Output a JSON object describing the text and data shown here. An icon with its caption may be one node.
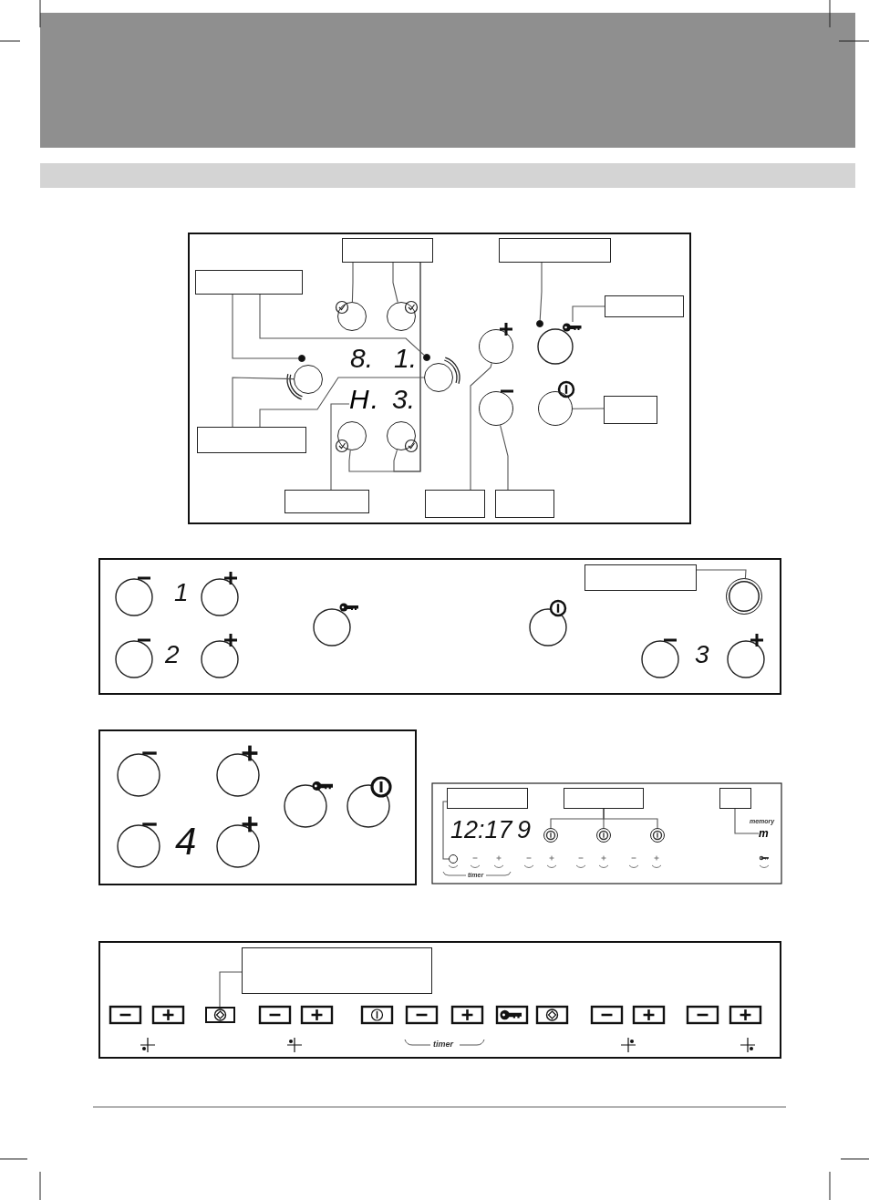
{
  "diagram": {
    "nodes": [
      {
        "text": [],
        "shape": "box"
      },
      {
        "text": [],
        "shape": "box"
      },
      {
        "text": [],
        "shape": "box"
      },
      {
        "text": [],
        "shape": "box"
      },
      {
        "text": [],
        "shape": "circle"
      },
      {
        "text": [],
        "shape": "circle"
      },
      {
        "text": [],
        "shape": "circle"
      },
      {
        "text": [],
        "shape": "key"
      },
      {
        "text": [],
        "shape": "circle"
      },
      {
        "text": [],
        "shape": "circle"
      },
      {
        "text": [],
        "shape": "circle"
      },
      {
        "text": [],
        "shape": "circle"
      },
      {
        "text": [],
        "shape": "circle"
      },
      {
        "text": [],
        "shape": "circle"
      },
      {
        "text": [],
        "shape": "box"
      },
      {
        "text": [],
        "shape": "box"
      },
      {
        "text": [
          "H."
        ]
      },
      {
        "text": [],
        "shape": "circle"
      },
      {
        "text": [],
        "shape": "circle"
      },
      {
        "text": [],
        "shape": "circle"
      },
      {
        "text": [],
        "shape": "box"
      },
      {
        "text": [],
        "shape": "box"
      },
      {
        "text": [],
        "shape": "box"
      },
      {
        "text": [],
        "shape": "box"
      },
      {
        "text": [],
        "shape": "circle"
      },
      {
        "text": [],
        "shape": "box"
      },
      {
        "text": [],
        "shape": "box"
      },
      {
        "text": [],
        "shape": "box"
      },
      {
        "text": [],
        "shape": "circle"
      },
      {
        "text": [],
        "shape": "circle"
      },
      {
        "text": [],
        "shape": "circle"
      },
      {
        "text": [
          "m"
        ]
      },
      {
        "text": [],
        "shape": "circle"
      },
      {
        "text": [],
        "shape": "box"
      },
      {
        "text": [],
        "shape": "box"
      }
    ],
    "edges": [
      {
        "from": 0,
        "to": 4,
        "arrow": "none"
      },
      {
        "from": 0,
        "to": 5,
        "arrow": "none"
      },
      {
        "from": 0,
        "to": 17,
        "arrow": "none"
      },
      {
        "from": 0,
        "to": 18,
        "arrow": "none"
      },
      {
        "from": 1,
        "to": 6,
        "arrow": "none"
      },
      {
        "from": 2,
        "to": 8,
        "arrow": "none"
      },
      {
        "from": 2,
        "to": 9,
        "arrow": "none"
      },
      {
        "from": 3,
        "to": 7,
        "arrow": "none"
      },
      {
        "from": 14,
        "to": 13,
        "arrow": "none"
      },
      {
        "from": 15,
        "to": 10,
        "arrow": "none"
      },
      {
        "from": 15,
        "to": 11,
        "arrow": "none"
      },
      {
        "from": 20,
        "to": 16,
        "arrow": "none"
      },
      {
        "from": 21,
        "to": 12,
        "arrow": "none"
      },
      {
        "from": 22,
        "to": 19,
        "arrow": "none"
      },
      {
        "from": 23,
        "to": 24,
        "arrow": "none"
      },
      {
        "from": 26,
        "to": 28,
        "arrow": "none"
      },
      {
        "from": 26,
        "to": 29,
        "arrow": "none"
      },
      {
        "from": 26,
        "to": 30,
        "arrow": "none"
      },
      {
        "from": 25,
        "to": 32,
        "arrow": "none"
      },
      {
        "from": 27,
        "to": 31,
        "arrow": "none"
      },
      {
        "from": 33,
        "to": 34,
        "arrow": "none"
      }
    ],
    "labels": [
      "8.",
      "1.",
      "3.",
      "1",
      "2",
      "3",
      "4",
      "12:17",
      "9",
      "memory",
      "timer",
      "timer"
    ]
  }
}
